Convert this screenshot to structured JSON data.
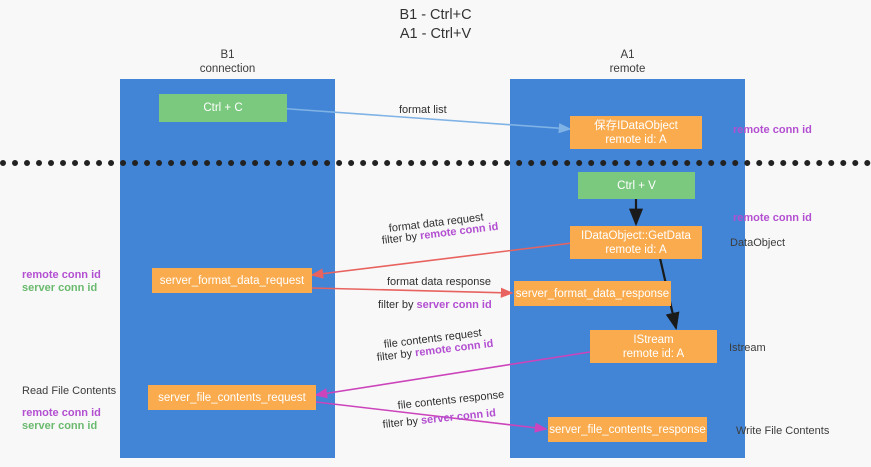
{
  "title": {
    "line1": "B1 - Ctrl+C",
    "line2": "A1 - Ctrl+V"
  },
  "colors": {
    "lane": "#4285d6",
    "node_green": "#7bc97f",
    "node_orange": "#f9ab4e",
    "accent_purple": "#b34fd1",
    "accent_green": "#6aba6e",
    "arrow_blue": "#7fb2e5",
    "arrow_red": "#e8635f",
    "arrow_magenta": "#cc44bb",
    "arrow_black": "#1a1a1a",
    "divider": "#222222",
    "background": "#f8f8f8"
  },
  "lanes": [
    {
      "id": "b1",
      "name": "B1",
      "sub": "connection"
    },
    {
      "id": "a1",
      "name": "A1",
      "sub": "remote"
    }
  ],
  "nodes": {
    "ctrl_c": {
      "label": "Ctrl + C"
    },
    "save_dataobject": {
      "line1": "保存IDataObject",
      "line2": "remote id: A"
    },
    "ctrl_v": {
      "label": "Ctrl + V"
    },
    "getdata": {
      "line1": "IDataObject::GetData",
      "line2": "remote id: A"
    },
    "server_format_data_request": {
      "label": "server_format_data_request"
    },
    "server_format_data_response": {
      "label": "server_format_data_response"
    },
    "istream": {
      "line1": "IStream",
      "line2": "remote id: A"
    },
    "server_file_contents_request": {
      "label": "server_file_contents_request"
    },
    "server_file_contents_response": {
      "label": "server_file_contents_response"
    }
  },
  "edge_labels": {
    "format_list": "format list",
    "format_data_request": "format data request",
    "format_data_request_filter_prefix": "filter by ",
    "format_data_request_filter_key": "remote conn id",
    "format_data_response": "format data response",
    "format_data_response_filter_prefix": "filter by ",
    "format_data_response_filter_key": "server conn id",
    "file_contents_request": "file contents request",
    "file_contents_request_filter_prefix": "filter by ",
    "file_contents_request_filter_key": "remote conn id",
    "file_contents_response": "file contents response",
    "file_contents_response_filter_prefix": "filter by ",
    "file_contents_response_filter_key": "server conn id"
  },
  "right_labels": {
    "remote_conn_id_top": "remote conn id",
    "remote_conn_id_mid": "remote conn id",
    "dataobject": "DataObject",
    "istream": "Istream",
    "write_file_contents": "Write File Contents"
  },
  "left_labels": {
    "remote_conn_id_mid": "remote conn id",
    "server_conn_id_mid": "server conn id",
    "read_file_contents": "Read File Contents",
    "remote_conn_id_bottom": "remote conn id",
    "server_conn_id_bottom": "server conn id"
  }
}
